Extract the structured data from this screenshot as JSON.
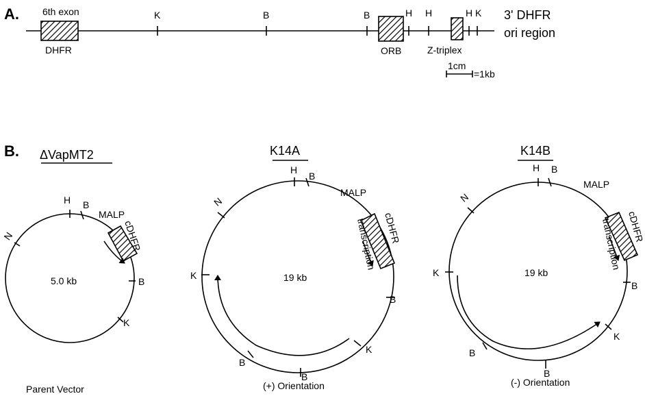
{
  "panel_a": {
    "label": "A.",
    "exon_label": "6th exon",
    "dhfr_label": "DHFR",
    "orb_label": "ORB",
    "triplex_label": "Z-triplex",
    "region_line1": "3' DHFR",
    "region_line2": "ori region",
    "scale_top": "1cm",
    "scale_right": "=1kb",
    "sites": {
      "k1": "K",
      "b1": "B",
      "b2": "B",
      "h1": "H",
      "h2": "H",
      "h3": "H",
      "k2": "K"
    }
  },
  "panel_b": {
    "label": "B.",
    "left": {
      "title": "ΔVapMT2",
      "size": "5.0 kb",
      "caption": "Parent Vector",
      "malp": "MALP",
      "cdhfr": "cDHFR",
      "sites": {
        "n": "N",
        "h": "H",
        "b1": "B",
        "b2": "B",
        "k": "K"
      }
    },
    "middle": {
      "title": "K14A",
      "size": "19 kb",
      "caption": "(+) Orientation",
      "malp": "MALP",
      "cdhfr": "cDHFR",
      "transcription": "transcription",
      "sites": {
        "n": "N",
        "h": "H",
        "b1": "B",
        "k1": "K",
        "b2": "B",
        "k2": "K",
        "b3": "B",
        "b4": "B"
      }
    },
    "right": {
      "title": "K14B",
      "size": "19 kb",
      "caption": "(-) Orientation",
      "malp": "MALP",
      "cdhfr": "cDHFR",
      "transcription": "transcription",
      "sites": {
        "n": "N",
        "h": "H",
        "b1": "B",
        "k1": "K",
        "b2": "B",
        "k2": "K",
        "b3": "B",
        "b4": "B"
      }
    }
  }
}
